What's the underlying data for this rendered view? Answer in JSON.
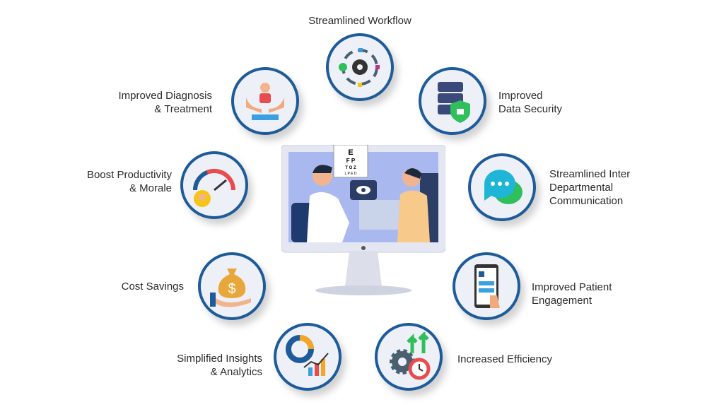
{
  "benefits": [
    {
      "id": "workflow",
      "line1": "Streamlined Workflow",
      "line2": "",
      "icon": "gear-workflow-icon"
    },
    {
      "id": "security",
      "line1": "Improved",
      "line2": "Data Security",
      "icon": "server-shield-icon"
    },
    {
      "id": "diagnosis",
      "line1": "Improved Diagnosis",
      "line2": "& Treatment",
      "icon": "patient-care-icon"
    },
    {
      "id": "productivity",
      "line1": "Boost Productivity",
      "line2": "& Morale",
      "icon": "gauge-icon"
    },
    {
      "id": "communication",
      "line1": "Streamlined Inter",
      "line2": "Departmental",
      "line3": "Communication",
      "icon": "chat-bubbles-icon"
    },
    {
      "id": "cost",
      "line1": "Cost Savings",
      "line2": "",
      "icon": "money-bag-icon"
    },
    {
      "id": "engagement",
      "line1": "Improved Patient",
      "line2": "Engagement",
      "icon": "mobile-app-icon"
    },
    {
      "id": "insights",
      "line1": "Simplified Insights",
      "line2": "& Analytics",
      "icon": "analytics-chart-icon"
    },
    {
      "id": "efficiency",
      "line1": "Increased Efficiency",
      "line2": "",
      "icon": "gear-clock-icon"
    }
  ],
  "center": {
    "icon": "eye-exam-monitor-illustration",
    "eye_chart": [
      "E",
      "F P",
      "T O Z",
      "L P E D"
    ]
  },
  "colors": {
    "ring": "#1d5b9b",
    "node_fill": "#eef0f8",
    "screen": "#a9b9ef",
    "accent_green": "#2fbf5b"
  }
}
